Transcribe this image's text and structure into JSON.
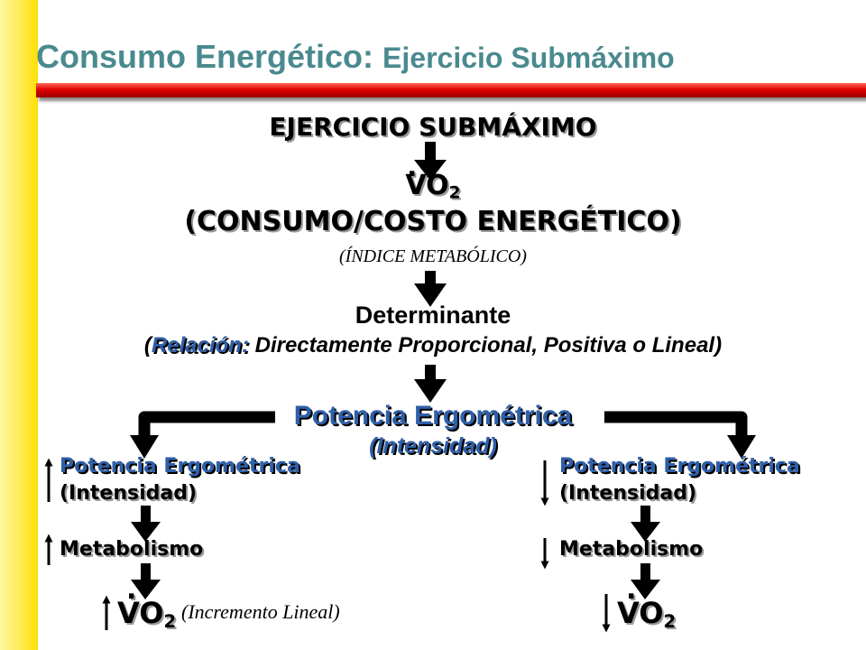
{
  "title": {
    "main": "Consumo Energético:",
    "sub": "Ejercicio Submáximo"
  },
  "flow": {
    "heading": "EJERCICIO SUBMÁXIMO",
    "vo2_symbol": "VO",
    "vo2_subscript": "2",
    "vo2_dot": ".",
    "consumo": "(CONSUMO/COSTO ENERGÉTICO)",
    "indice": "(ÍNDICE METABÓLICO)",
    "determinante": "Determinante",
    "relacion_open": "(",
    "relacion_key": "Relación:",
    "relacion_rest": " Directamente Proporcional, Positiva o Lineal)",
    "potencia": "Potencia Ergométrica",
    "intensidad": "(Intensidad)"
  },
  "left_branch": {
    "potencia": "Potencia Ergométrica",
    "intensidad": "(Intensidad)",
    "metabolismo": "Metabolismo",
    "vo2": "VO",
    "vo2_sub": "2",
    "incremento": "(Incremento Lineal)",
    "direction": "up"
  },
  "right_branch": {
    "potencia": "Potencia Ergométrica",
    "intensidad": "(Intensidad)",
    "metabolismo": "Metabolismo",
    "vo2": "VO",
    "vo2_sub": "2",
    "direction": "down"
  },
  "colors": {
    "title": "#4a8a8f",
    "title_bar": "#e00000",
    "side_band": "#ffe94a",
    "accent_blue": "#2f5fa8",
    "arrow": "#000000"
  }
}
